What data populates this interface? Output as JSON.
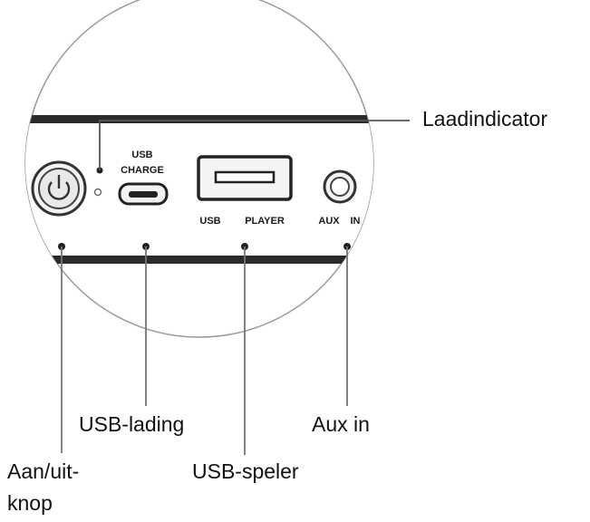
{
  "panel": {
    "usb_charge_top": "USB",
    "usb_charge_bottom": "CHARGE",
    "usb_player_usb": "USB",
    "usb_player_label": "PLAYER",
    "aux_label_aux": "AUX",
    "aux_label_in": "IN"
  },
  "callouts": {
    "charge_indicator": "Laadindicator",
    "usb_charging": "USB-lading",
    "aux_in": "Aux in",
    "power_button_line1": "Aan/uit-",
    "power_button_line2": "knop",
    "usb_player": "USB-speler"
  }
}
